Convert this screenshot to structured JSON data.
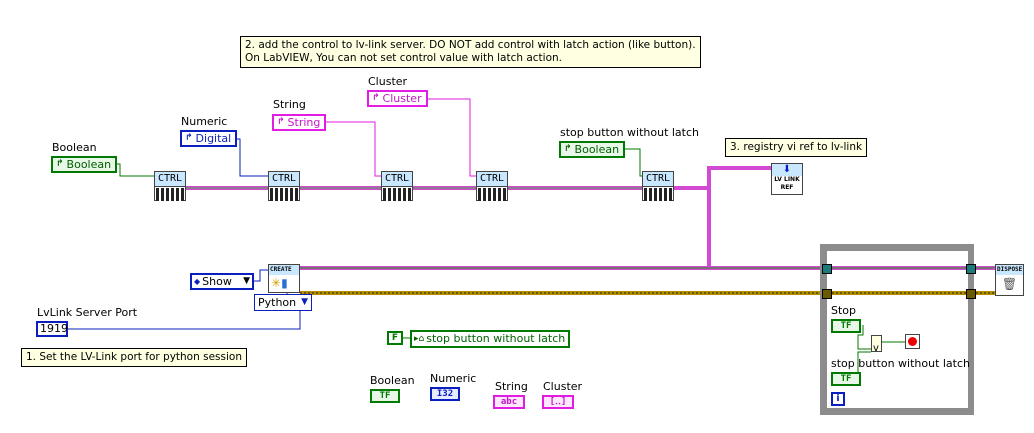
{
  "notes": {
    "step1": "1. Set the LV-Link port for python session",
    "step2_line1": "2. add the control to lv-link server. DO NOT add control with latch action (like button).",
    "step2_line2": "On LabVIEW, You can not set control value with latch action.",
    "step3": "3. registry vi ref to lv-link"
  },
  "labels": {
    "boolean": "Boolean",
    "numeric": "Numeric",
    "string": "String",
    "cluster": "Cluster",
    "stop_button_without_latch": "stop button without latch",
    "lvlink_server_port": "LvLink Server Port",
    "stop": "Stop",
    "stop_button_without_latch_loop": "stop button without latch"
  },
  "refs": {
    "boolean": "Boolean",
    "digital": "Digital",
    "string": "String",
    "cluster": "Cluster",
    "stop_boolean": "Boolean"
  },
  "nodes": {
    "ctrl": "CTRL",
    "lv_link_ref_line1": "LV LINK",
    "lv_link_ref_line2": "REF",
    "create": "CREATE",
    "dispose": "DISPOSE",
    "or_gate": "v",
    "iteration": "i"
  },
  "constants": {
    "show": "Show",
    "python": "Python",
    "port": "1919",
    "false_const": "F",
    "local_var_label": "stop button without latch",
    "tf": "TF"
  },
  "legend": {
    "boolean": "Boolean",
    "numeric": "Numeric",
    "string": "String",
    "cluster": "Cluster",
    "boolean_term": "TF",
    "numeric_term": "I32",
    "string_term": "abc",
    "cluster_term": "[‥]"
  },
  "colors": {
    "ref_wire": "#d14ad1",
    "ref_wire_core": "#1e9b1e",
    "error_wire": "#b38f00",
    "loop_frame": "#8c8c8c",
    "boolean": "#006100",
    "numeric": "#0a1fbd",
    "string": "#e21ce2"
  }
}
